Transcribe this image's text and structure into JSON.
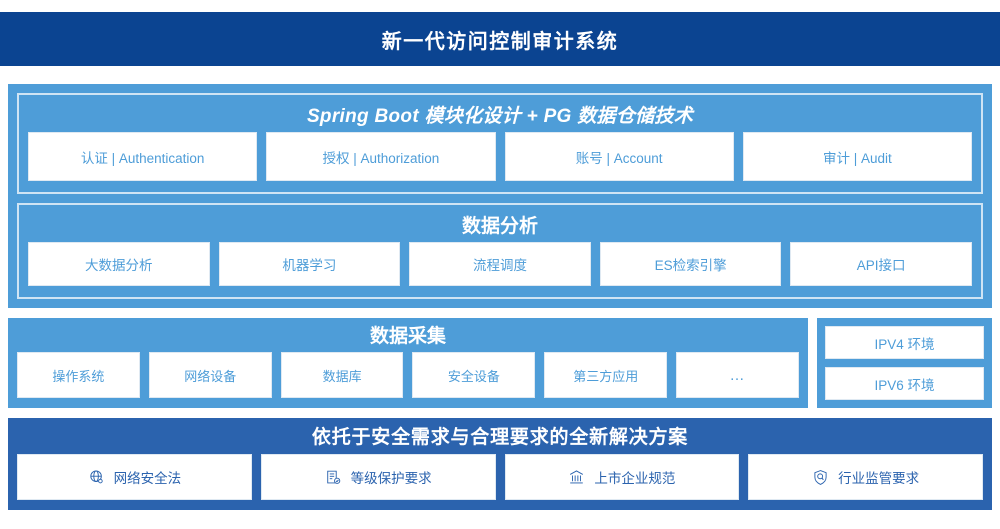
{
  "header": {
    "title": "新一代访问控制审计系统",
    "bg_color": "#0b4491"
  },
  "colors": {
    "accent_light_blue": "#4e9dd8",
    "accent_mid_blue": "#2b63ae",
    "header_navy": "#0b4491",
    "tile_bg": "#ffffff",
    "inner_border": "#cfe4f4"
  },
  "platform": {
    "application_layer": {
      "title": "Spring Boot 模块化设计 + PG 数据仓储技术",
      "tiles": [
        {
          "label": "认证 | Authentication"
        },
        {
          "label": "授权 | Authorization"
        },
        {
          "label": "账号 | Account"
        },
        {
          "label": "审计 | Audit"
        }
      ]
    },
    "analysis_layer": {
      "title": "数据分析",
      "tiles": [
        {
          "label": "大数据分析"
        },
        {
          "label": "机器学习"
        },
        {
          "label": "流程调度"
        },
        {
          "label": "ES检索引擎"
        },
        {
          "label": "API接口"
        }
      ]
    }
  },
  "collection": {
    "title": "数据采集",
    "tiles": [
      {
        "label": "操作系统"
      },
      {
        "label": "网络设备"
      },
      {
        "label": "数据库"
      },
      {
        "label": "安全设备"
      },
      {
        "label": "第三方应用"
      },
      {
        "label": "…"
      }
    ]
  },
  "environment": {
    "tiles": [
      {
        "label": "IPV4 环境"
      },
      {
        "label": "IPV6 环境"
      }
    ]
  },
  "compliance": {
    "title": "依托于安全需求与合理要求的全新解决方案",
    "tiles": [
      {
        "label": "网络安全法",
        "icon": "globe-network-icon"
      },
      {
        "label": "等级保护要求",
        "icon": "document-check-icon"
      },
      {
        "label": "上市企业规范",
        "icon": "bank-building-icon"
      },
      {
        "label": "行业监管要求",
        "icon": "shield-search-icon"
      }
    ]
  }
}
